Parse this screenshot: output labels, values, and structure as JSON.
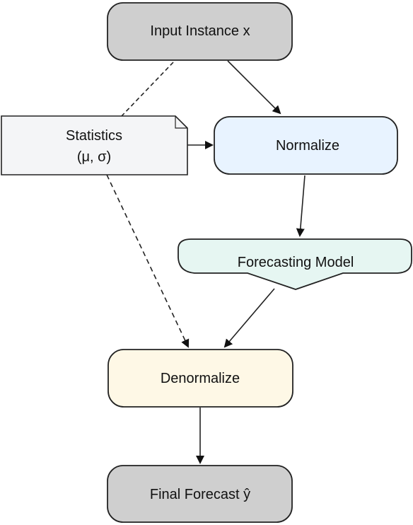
{
  "nodes": {
    "input": {
      "label": "Input Instance x",
      "fill": "#cfcfcf"
    },
    "statistics": {
      "label_line1": "Statistics",
      "label_line2": "(μ, σ)",
      "fill": "#f4f5f7"
    },
    "normalize": {
      "label": "Normalize",
      "fill": "#e8f3ff"
    },
    "model": {
      "label": "Forecasting Model",
      "fill": "#e6f6f2"
    },
    "denormalize": {
      "label": "Denormalize",
      "fill": "#fef8e6"
    },
    "final": {
      "label": "Final Forecast ŷ",
      "fill": "#cfcfcf"
    }
  },
  "edges": [
    {
      "from": "input",
      "to": "normalize",
      "style": "solid"
    },
    {
      "from": "input",
      "to": "statistics",
      "style": "dashed"
    },
    {
      "from": "statistics",
      "to": "normalize",
      "style": "solid"
    },
    {
      "from": "normalize",
      "to": "model",
      "style": "solid"
    },
    {
      "from": "model",
      "to": "denormalize",
      "style": "solid"
    },
    {
      "from": "statistics",
      "to": "denormalize",
      "style": "dashed"
    },
    {
      "from": "denormalize",
      "to": "final",
      "style": "solid"
    }
  ],
  "colors": {
    "stroke": "#222222",
    "text": "#111111"
  }
}
